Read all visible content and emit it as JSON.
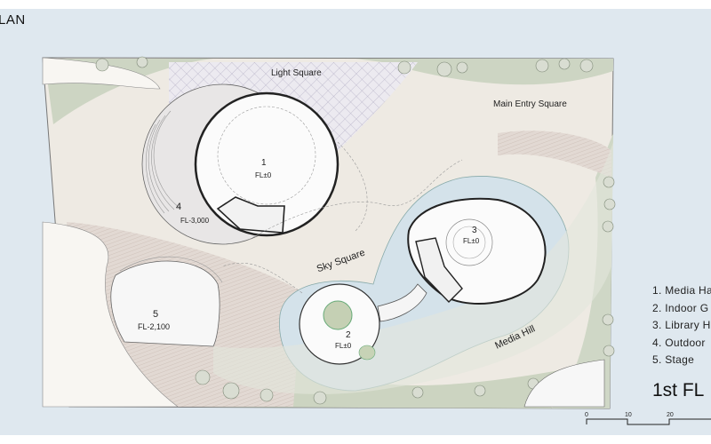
{
  "title": "LAN",
  "spaces": {
    "light_square": "Light Square",
    "main_entry_square": "Main Entry Square",
    "sky_square": "Sky Square",
    "media_hill": "Media Hill"
  },
  "rooms": [
    {
      "number": "1",
      "level": "FL±0"
    },
    {
      "number": "2",
      "level": "FL±0"
    },
    {
      "number": "3",
      "level": "FL±0"
    },
    {
      "number": "4",
      "level": "FL-3,000"
    },
    {
      "number": "5",
      "level": "FL-2,100"
    }
  ],
  "legend": [
    "1. Media Ha",
    "2. Indoor G",
    "3. Library H",
    "4. Outdoor",
    "5. Stage"
  ],
  "floor_label": "1st FL",
  "scale_ticks": [
    "0",
    "10",
    "20"
  ],
  "colors": {
    "background": "#dfe8ef",
    "site": "#eeeae3",
    "water": "#d7e4ea",
    "green": "#c9d2bd"
  }
}
